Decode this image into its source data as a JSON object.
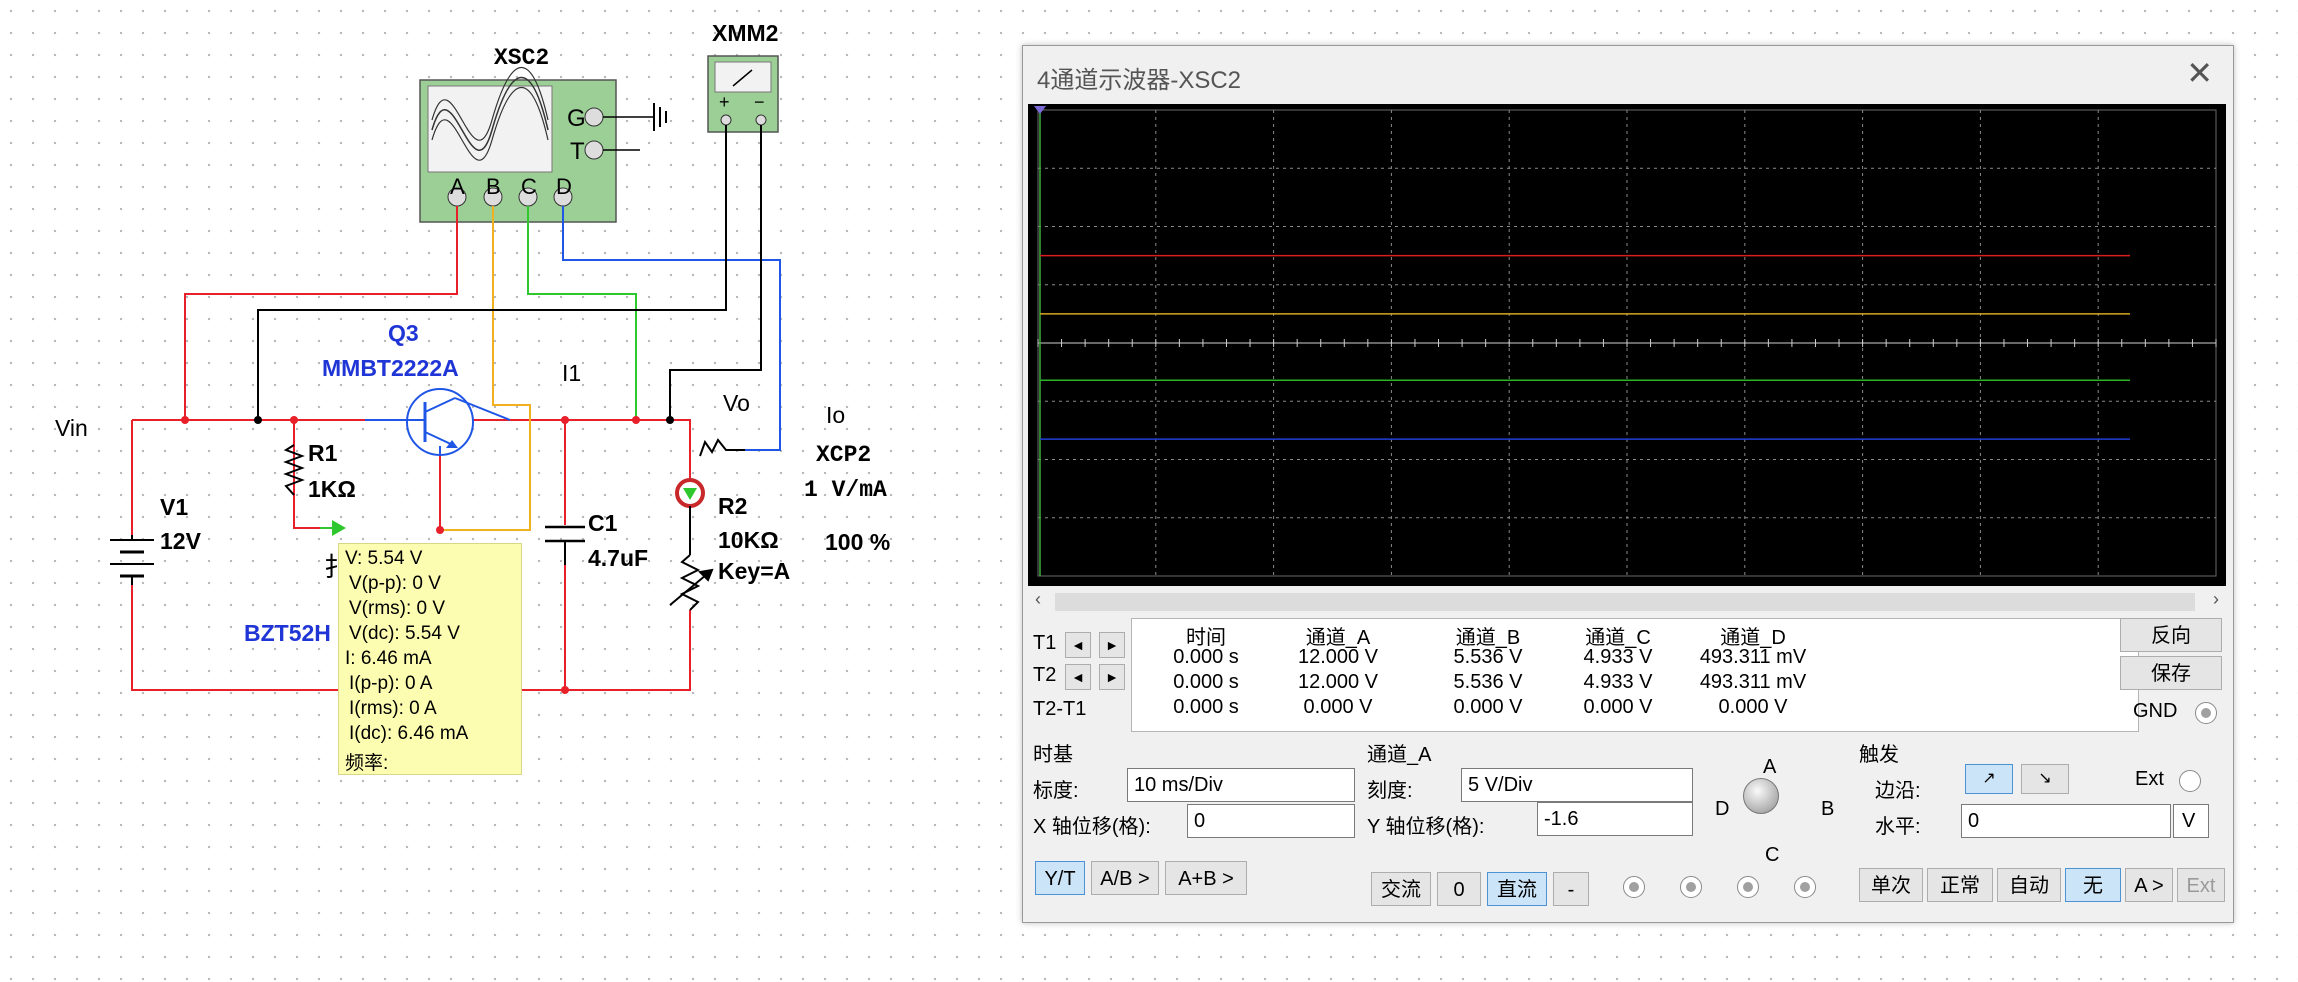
{
  "schematic": {
    "scope_ref": "XSC2",
    "meter_ref": "XMM2",
    "scope_pins": {
      "A": "A",
      "B": "B",
      "C": "C",
      "D": "D",
      "G": "G",
      "T": "T"
    },
    "meter_pins": {
      "plus": "+",
      "minus": "−"
    },
    "q3_ref": "Q3",
    "q3_part": "MMBT2222A",
    "r1_ref": "R1",
    "r1_val": "1KΩ",
    "v1_ref": "V1",
    "v1_val": "12V",
    "c1_ref": "C1",
    "c1_val": "4.7uF",
    "r2_ref": "R2",
    "r2_val": "10KΩ",
    "r2_key": "Key=A",
    "r2_pct": "100 %",
    "probe_ref": "XCP2",
    "probe_scale": "1 V/mA",
    "net_vin": "Vin",
    "net_i1": "I1",
    "net_vo": "Vo",
    "net_io": "Io",
    "zener_part": "BZT52H",
    "partial_char": "扌",
    "colors": {
      "red": "#e8202a",
      "yellow": "#f0b020",
      "green": "#2ec82e",
      "blue": "#1f56e6",
      "black": "#000000",
      "part_blue": "#1f35d6"
    }
  },
  "probe_tooltip": {
    "lines": [
      "V: 5.54 V",
      "V(p-p): 0 V",
      "V(rms): 0 V",
      "V(dc): 5.54 V",
      "I: 6.46 mA",
      "I(p-p): 0 A",
      "I(rms): 0 A",
      "I(dc): 6.46 mA",
      "频率:"
    ]
  },
  "scope": {
    "title": "4通道示波器-XSC2",
    "close_glyph": "✕",
    "traces": [
      {
        "channel": "A",
        "color": "#d81e1e",
        "level_divs": 1.5
      },
      {
        "channel": "B",
        "color": "#d7a820",
        "level_divs": 0.5
      },
      {
        "channel": "C",
        "color": "#28b428",
        "level_divs": -0.64
      },
      {
        "channel": "D",
        "color": "#2040d8",
        "level_divs": -1.65
      }
    ],
    "cursor_table": {
      "headers": [
        "时间",
        "通道_A",
        "通道_B",
        "通道_C",
        "通道_D"
      ],
      "rows": [
        {
          "label": "T1",
          "values": [
            "0.000 s",
            "12.000 V",
            "5.536 V",
            "4.933 V",
            "493.311 mV"
          ]
        },
        {
          "label": "T2",
          "values": [
            "0.000 s",
            "12.000 V",
            "5.536 V",
            "4.933 V",
            "493.311 mV"
          ]
        },
        {
          "label": "T2-T1",
          "values": [
            "0.000 s",
            "0.000 V",
            "0.000 V",
            "0.000 V",
            "0.000 V"
          ]
        }
      ],
      "arrow_left": "◄",
      "arrow_right": "►"
    },
    "side_buttons": {
      "reverse": "反向",
      "save": "保存",
      "gnd": "GND"
    },
    "timebase": {
      "group": "时基",
      "scale_label": "标度:",
      "scale_value": "10 ms/Div",
      "xpos_label": "X 轴位移(格):",
      "xpos_value": "0",
      "modes": [
        "Y/T",
        "A/B >",
        "A+B >"
      ]
    },
    "channel": {
      "group": "通道_A",
      "scale_label": "刻度:",
      "scale_value": "5  V/Div",
      "ypos_label": "Y 轴位移(格):",
      "ypos_value": "-1.6",
      "knob_labels": {
        "A": "A",
        "B": "B",
        "C": "C",
        "D": "D"
      },
      "coupling": [
        "交流",
        "0",
        "直流",
        "-"
      ]
    },
    "trigger": {
      "group": "触发",
      "edge_label": "边沿:",
      "edge_rise": "↗",
      "edge_fall": "↘",
      "ext_label": "Ext",
      "level_label": "水平:",
      "level_value": "0",
      "level_unit": "V",
      "modes": [
        "单次",
        "正常",
        "自动",
        "无",
        "A >",
        "Ext"
      ]
    }
  }
}
